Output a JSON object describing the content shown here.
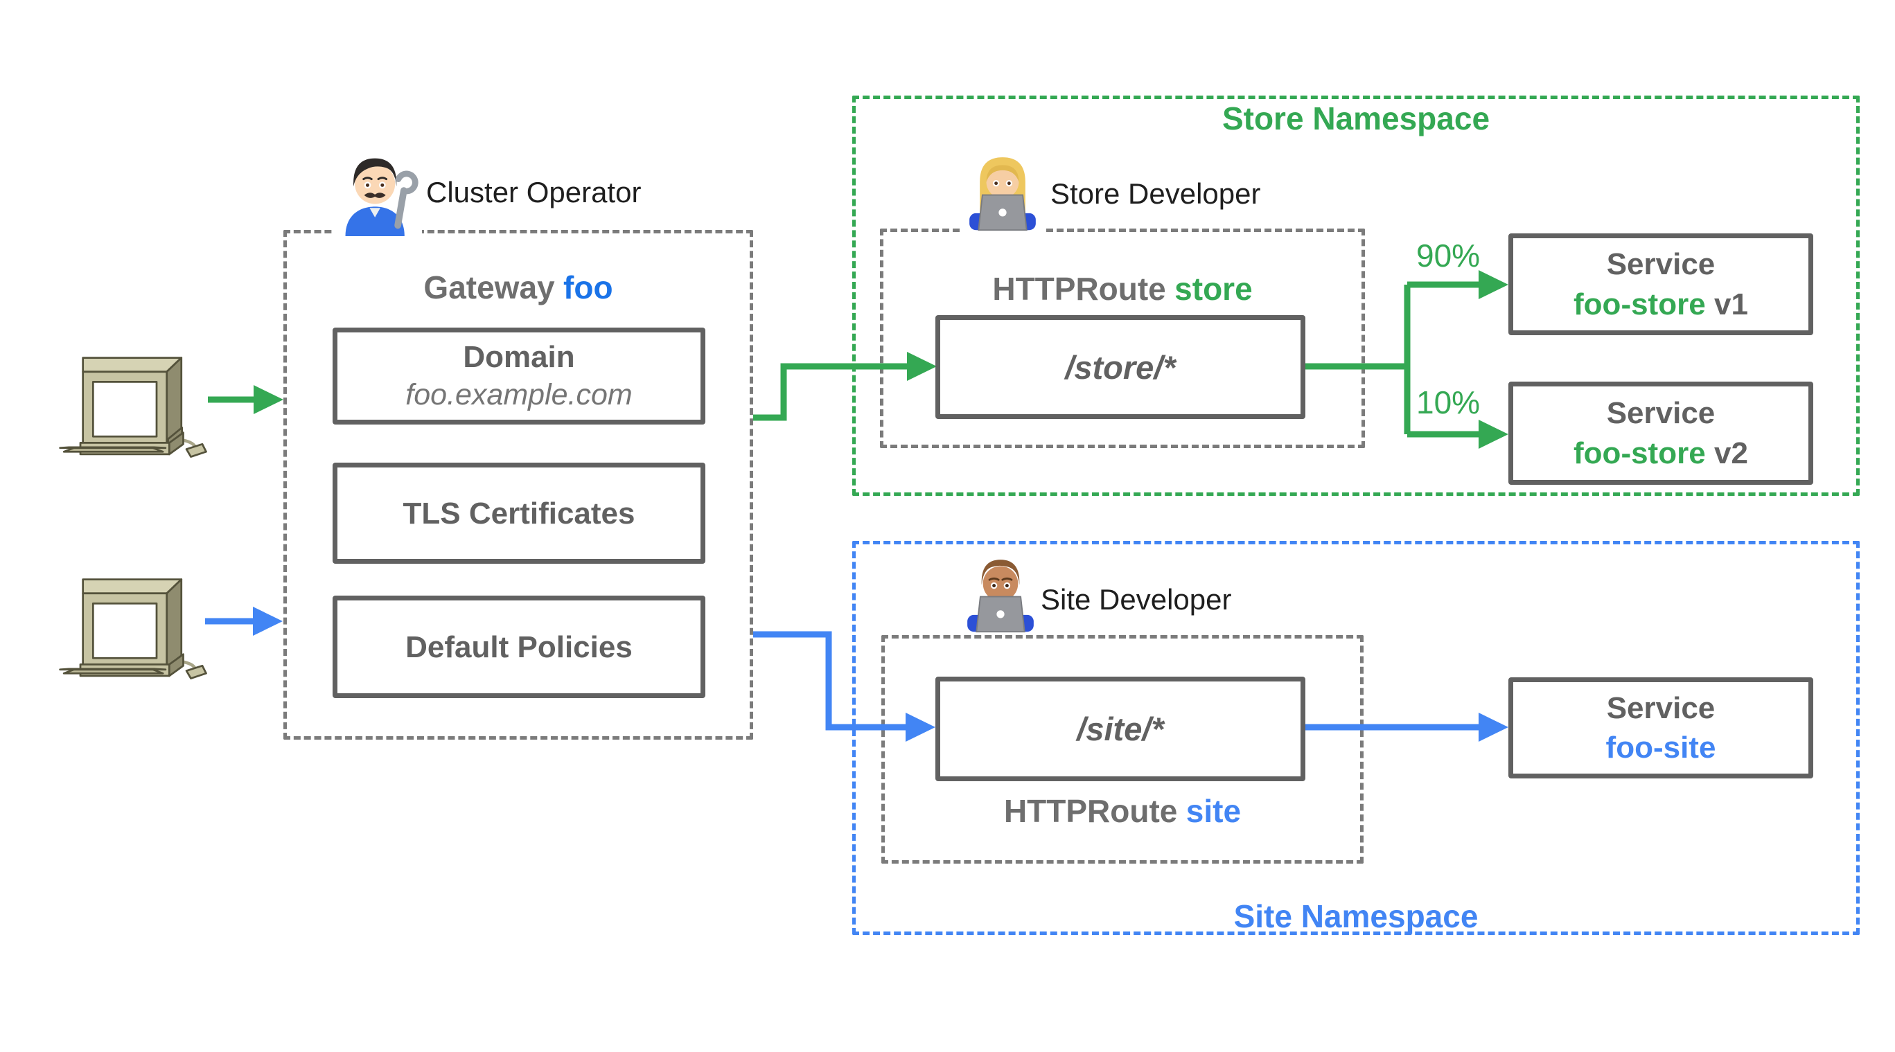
{
  "colors": {
    "green": "#34A853",
    "blue": "#4285F4",
    "blue-dark": "#1A73E8",
    "gray-text": "#616161",
    "border-gray": "#616161",
    "dash-gray": "#7B7B7B",
    "text-black": "#1E1E1E"
  },
  "icons": {
    "clients": "retro-desktop-computer",
    "cluster_operator": "man-mechanic-emoji",
    "store_developer": "woman-technologist-emoji",
    "site_developer": "man-technologist-emoji"
  },
  "cluster_operator": {
    "label": "Cluster Operator"
  },
  "gateway": {
    "title_prefix": "Gateway",
    "title_accent": "foo",
    "domain_title": "Domain",
    "domain_value": "foo.example.com",
    "tls_label": "TLS Certificates",
    "policies_label": "Default Policies"
  },
  "store_namespace": {
    "label": "Store Namespace",
    "developer_label": "Store Developer",
    "httproute_prefix": "HTTPRoute",
    "httproute_accent": "store",
    "route_path": "/store/*",
    "weight_v1": "90%",
    "weight_v2": "10%",
    "services": [
      {
        "line1": "Service",
        "name_accent": "foo-store",
        "version": "v1"
      },
      {
        "line1": "Service",
        "name_accent": "foo-store",
        "version": "v2"
      }
    ]
  },
  "site_namespace": {
    "label": "Site Namespace",
    "developer_label": "Site Developer",
    "httproute_prefix": "HTTPRoute",
    "httproute_accent": "site",
    "route_path": "/site/*",
    "service": {
      "line1": "Service",
      "name_accent": "foo-site"
    }
  }
}
